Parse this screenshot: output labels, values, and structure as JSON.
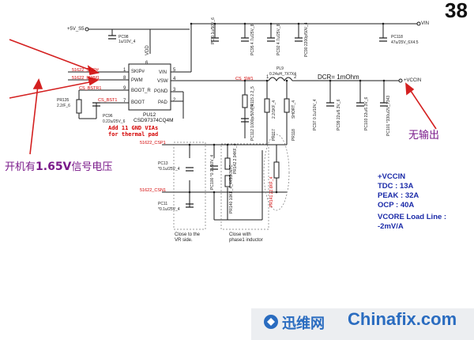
{
  "page_number": "38",
  "power_rails": {
    "input": "+5V_S5",
    "vin": "VIN",
    "output": "+VCCIN"
  },
  "ic": {
    "ref": "PU12",
    "part": "CSD97374CQ4M",
    "pins_left": [
      {
        "name": "SKIP#",
        "num": "1"
      },
      {
        "name": "PWM",
        "num": "8"
      },
      {
        "name": "BOOT_R",
        "num": "9"
      },
      {
        "name": "BOOT",
        "num": "7"
      }
    ],
    "pins_right": [
      {
        "name": "VIN",
        "num": "5"
      },
      {
        "name": "VSW",
        "num": "4"
      },
      {
        "name": "PGND",
        "num": "3"
      },
      {
        "name": "PAD",
        "num": "2"
      }
    ],
    "pin_vdd": {
      "name": "VDD",
      "num": "6"
    },
    "note": "Add 11 GND VIAs\nfor thermal pad"
  },
  "nets": {
    "skip": "51622_SKIP#",
    "pwm": "51622_PWM1",
    "bstr": "CS_BSTR1",
    "bst": "CS_BST1",
    "sw": "CS_SW1",
    "csp": "51622_CSP1",
    "csn": "51622_CSN1"
  },
  "components": {
    "pc98": [
      "PC98",
      "1u/10V_4"
    ],
    "pr135": [
      "PR135",
      "2.2/F_6"
    ],
    "pc96": [
      "PC96",
      "0.22u/25V_6"
    ],
    "input_caps": [
      [
        "PC",
        "0.1u/50V_6"
      ],
      [
        "PC95",
        "4.7u/25V_8"
      ],
      [
        "PC92",
        "4.7u/25V_8"
      ],
      [
        "PC90",
        "2200p/50V_4"
      ]
    ],
    "pc118": [
      "PC118",
      "47u/25V_6X4.5"
    ],
    "pl9": [
      "PL9",
      "0.24uH_7X7X4"
    ],
    "pr115": [
      "PR115",
      "2.2_5"
    ],
    "pc112": [
      "PC112",
      "1000p/50V_4"
    ],
    "pr117": [
      "PR117",
      "2.2/1KF_4"
    ],
    "pr118": [
      "PR118",
      "SHORT_4"
    ],
    "pc97": [
      "PC97",
      "0.1u/10V_4"
    ],
    "pc99": [
      "PC99",
      "22u/6.3V_6"
    ],
    "pc103": [
      "PC103",
      "22u/6.3V_6"
    ],
    "pc101": [
      "PC101",
      "*330u/2V_7343"
    ],
    "pc13": [
      "PC13",
      "*0.1u/25V_4"
    ],
    "pc11": [
      "PC11",
      "*0.1u/25V_4"
    ],
    "pc100": [
      "PC100",
      "*0.1u/10V_4"
    ],
    "pr142": [
      "PR142",
      "2.94KF_4"
    ],
    "pr140": [
      "PR140",
      "10KF_4_4450KNTC"
    ],
    "pr141": [
      "PR141",
      "22.6KF_4"
    ]
  },
  "dcr_label": "DCR= 1mOhm",
  "notes": {
    "vr_side": "Close to the\nVR side.",
    "inductor": "Close with\nphase1 inductor"
  },
  "specs": [
    "+VCCIN",
    "TDC : 13A",
    "PEAK : 32A",
    "OCP : 40A",
    "VCORE Load Line :",
    "-2mV/A"
  ],
  "annotations": {
    "signal_1_65v_a": "开机有",
    "signal_1_65v_b": "1.65V",
    "signal_1_65v_c": "信号电压",
    "no_output": "无输出"
  },
  "watermark": {
    "cn": "迅维网",
    "en": "Chinafix.com"
  },
  "colors": {
    "wire": "#1a1a1a",
    "net_label": "#d40000",
    "spec_text": "#1a2aa8",
    "annotation": "#7a1a8a",
    "arrow": "#d42020"
  }
}
